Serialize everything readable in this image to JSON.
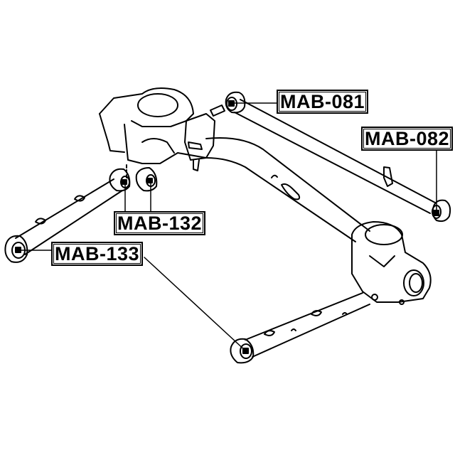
{
  "diagram": {
    "type": "exploded parts diagram",
    "subject": "rear suspension axle beam with control arms and bushings",
    "line_color": "#000000",
    "background": "#ffffff"
  },
  "labels": [
    {
      "id": "mab-081",
      "text": "MAB-081",
      "points_to": "upper lateral rod front bushing"
    },
    {
      "id": "mab-082",
      "text": "MAB-082",
      "points_to": "upper lateral rod rear bushing"
    },
    {
      "id": "mab-132",
      "text": "MAB-132",
      "points_to": "lower control arm inner bushings"
    },
    {
      "id": "mab-133",
      "text": "MAB-133",
      "points_to": "lower control arm outer bushings"
    }
  ]
}
